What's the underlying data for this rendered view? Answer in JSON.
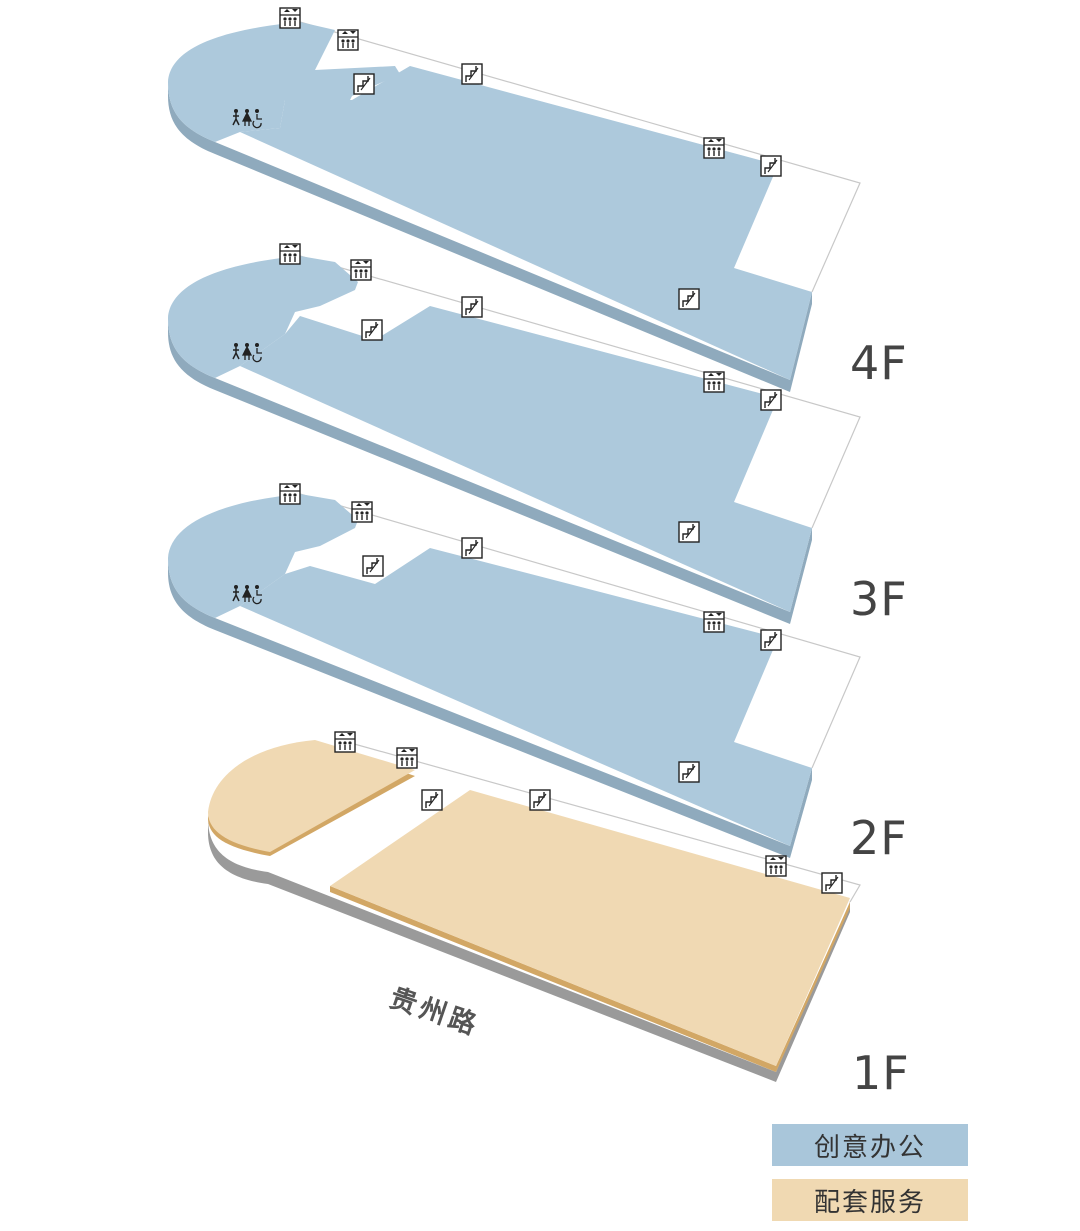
{
  "floors": [
    {
      "id": "4F",
      "label": "4F",
      "function": "office"
    },
    {
      "id": "3F",
      "label": "3F",
      "function": "office"
    },
    {
      "id": "2F",
      "label": "2F",
      "function": "office"
    },
    {
      "id": "1F",
      "label": "1F",
      "function": "service"
    }
  ],
  "road": {
    "name": "贵州路"
  },
  "legend": [
    {
      "key": "office",
      "label": "创意办公",
      "color": "#a9c6da"
    },
    {
      "key": "service",
      "label": "配套服务",
      "color": "#f0d9b2"
    }
  ],
  "colors": {
    "office_top": "#adc9dc",
    "office_side": "#8faabd",
    "service_top": "#f0d9b3",
    "service_side": "#d2a765",
    "base_shadow": "#9a9a9a",
    "outline": "#c8c8c8"
  },
  "icons": [
    "elevator-icon",
    "stair-icon",
    "restroom-icon"
  ]
}
